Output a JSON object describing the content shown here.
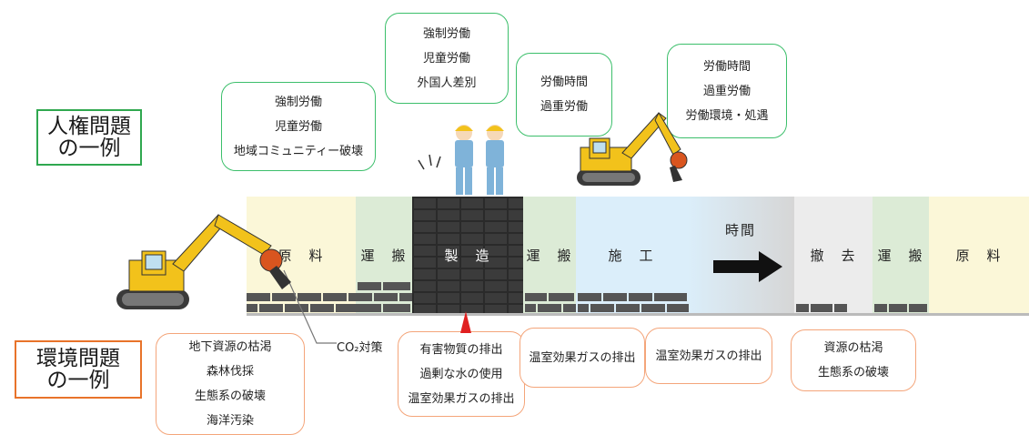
{
  "labels": {
    "human_rights": "人権問題\nの一例",
    "environment": "環境問題\nの一例"
  },
  "stages": [
    {
      "label": "原　料",
      "color": "#fbf7d8"
    },
    {
      "label": "運　搬",
      "color": "#dcebd6"
    },
    {
      "label": "製　造",
      "color": "#3b3b3b"
    },
    {
      "label": "運　搬",
      "color": "#dcebd6"
    },
    {
      "label": "施　工",
      "color": "#dbeefa"
    },
    {
      "label": "時間",
      "color": "#e2e2e2"
    },
    {
      "label": "撤　去",
      "color": "#ececec"
    },
    {
      "label": "運　搬",
      "color": "#dcebd6"
    },
    {
      "label": "原　料",
      "color": "#fbf7d8"
    }
  ],
  "human_bubbles": [
    {
      "lines": [
        "強制労働",
        "児童労働",
        "地域コミュニティー破壊"
      ]
    },
    {
      "lines": [
        "強制労働",
        "児童労働",
        "外国人差別"
      ]
    },
    {
      "lines": [
        "労働時間",
        "過重労働"
      ]
    },
    {
      "lines": [
        "労働時間",
        "過重労働",
        "労働環境・処遇"
      ]
    }
  ],
  "env_bubbles": [
    {
      "lines": [
        "地下資源の枯渇",
        "森林伐採",
        "生態系の破壊",
        "海洋汚染"
      ]
    },
    {
      "lines": [
        "有害物質の排出",
        "過剰な水の使用",
        "温室効果ガスの排出"
      ]
    },
    {
      "lines": [
        "温室効果ガスの排出"
      ]
    },
    {
      "lines": [
        "温室効果ガスの排出"
      ]
    },
    {
      "lines": [
        "資源の枯渇",
        "生態系の破壊"
      ]
    }
  ],
  "co2_label": "CO₂対策",
  "colors": {
    "human": "#2fa84f",
    "env": "#e8732a",
    "excavator": "#f2c21b"
  }
}
